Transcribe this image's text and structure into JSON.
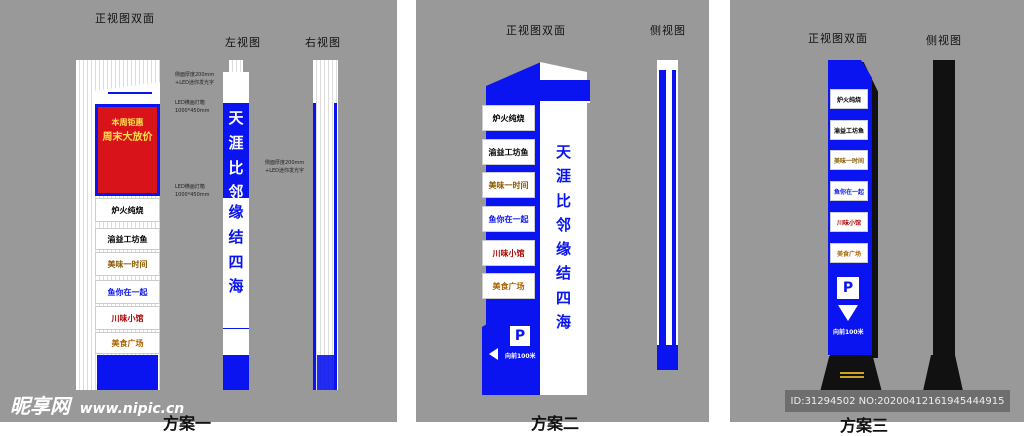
{
  "panels": [
    {
      "title": "正视图双面",
      "side_left": "左视图",
      "side_right": "右视图",
      "plan": "方案一",
      "notes": [
        "侧面厚度200mm",
        "+LED迷你发光字",
        "LED横画灯箱",
        "1000*450mm",
        "LED横画灯箱",
        "1000*450mm",
        "侧面厚度200mm",
        "+LED迷你发光字"
      ],
      "ad": {
        "line1": "本周钜惠",
        "line2": "周末大放价"
      },
      "slogan_top": [
        "天",
        "涯",
        "比",
        "邻"
      ],
      "slogan_bottom": [
        "缘",
        "结",
        "四",
        "海"
      ]
    },
    {
      "title": "正视图双面",
      "side": "侧视图",
      "plan": "方案二",
      "slogan": [
        "天",
        "涯",
        "比",
        "邻",
        "缘",
        "结",
        "四",
        "海"
      ],
      "parking": "P",
      "forward": "向前100米"
    },
    {
      "title": "正视图双面",
      "side": "侧视图",
      "plan": "方案三",
      "parking": "P",
      "forward": "向前100米"
    }
  ],
  "brands": [
    "炉火纯烧",
    "渝益工坊鱼",
    "美味一时间",
    "鱼你在一起",
    "川味小馆",
    "美食广场"
  ],
  "watermark": {
    "logo": "昵享网",
    "url": "www.nipic.cn"
  },
  "id_badge": "ID:31294502 NO:20200412161945444915",
  "colors": {
    "panel_bg": "#999999",
    "sign_blue": "#0a14f0",
    "base_black": "#111111",
    "ad_red": "#d8141a"
  }
}
